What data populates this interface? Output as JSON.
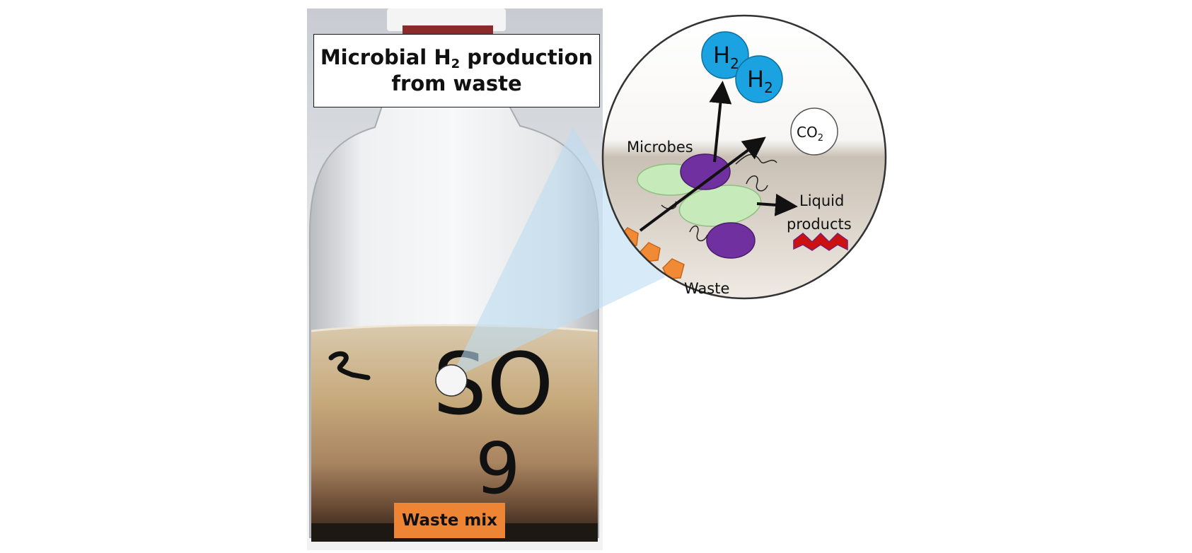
{
  "title": {
    "line1_prefix": "Microbial H",
    "line1_sub": "2",
    "line1_suffix": " production",
    "line2": "from waste"
  },
  "bottle_label": "Waste mix",
  "bottle_marking": {
    "line1": "SO",
    "line2": "9"
  },
  "inset": {
    "h2_main": "H",
    "h2_sub": "2",
    "co2_main": "CO",
    "co2_sub": "2",
    "microbes": "Microbes",
    "liquid_products_line1": "Liquid",
    "liquid_products_line2": "products",
    "waste": "Waste"
  },
  "colors": {
    "h2_bubble": "#1aa3e0",
    "waste_pentagon": "#f08a35",
    "microbe_purple": "#7030a0",
    "microbe_green": "#c7eabb",
    "liquid_products": "#cc1111",
    "label_orange": "#ee8535"
  }
}
